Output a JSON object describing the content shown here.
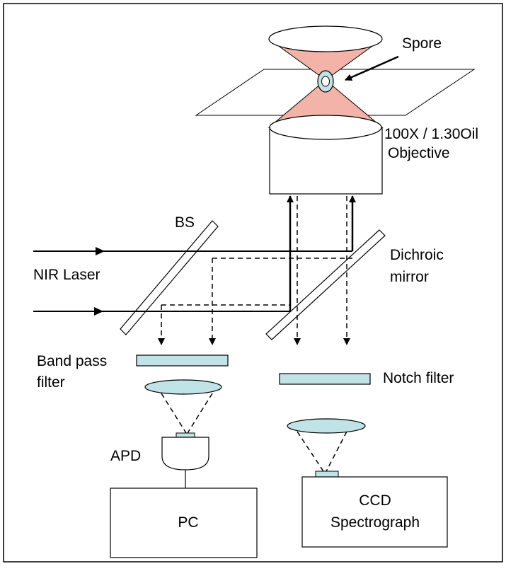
{
  "labels": {
    "spore": "Spore",
    "objective_line1": "100X / 1.30Oil",
    "objective_line2": "Objective",
    "bs": "BS",
    "nir_laser": "NIR Laser",
    "dichroic_line1": "Dichroic",
    "dichroic_line2": "mirror",
    "band_pass_line1": "Band pass",
    "band_pass_line2": "filter",
    "notch_filter": "Notch filter",
    "apd": "APD",
    "pc": "PC",
    "ccd_line1": "CCD",
    "ccd_line2": "Spectrograph"
  },
  "colors": {
    "beam_cone": "#f4b3a8",
    "filter_fill": "#bfe3e6",
    "line": "#000000",
    "background": "#ffffff"
  }
}
